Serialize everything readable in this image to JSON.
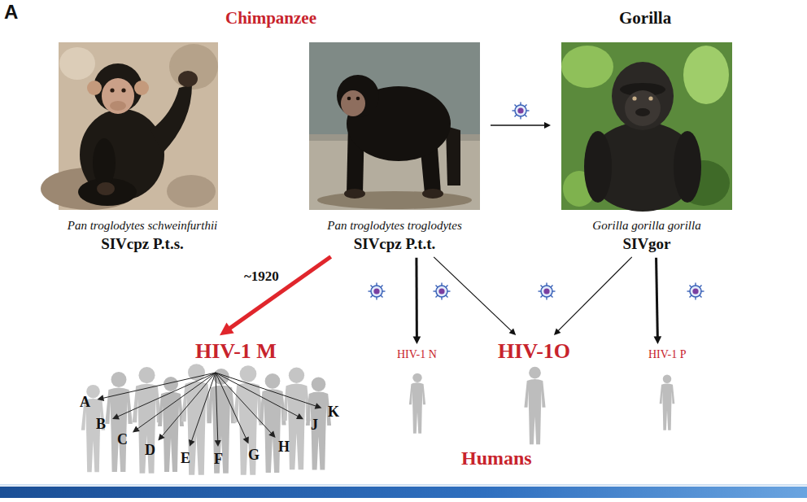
{
  "diagram": {
    "nodes": [
      {
        "text": [
          "Pan troglodytes schweinfurthii",
          "SIVcpz P.t.s."
        ]
      },
      {
        "text": [
          "Pan troglodytes troglodytes",
          "SIVcpz P.t.t."
        ]
      },
      {
        "text": [
          "Gorilla gorilla gorilla",
          "SIVgor"
        ]
      },
      {
        "text": [
          "HIV-1 M"
        ]
      },
      {
        "text": [
          "HIV-1 N"
        ]
      },
      {
        "text": [
          "HIV-1O"
        ]
      },
      {
        "text": [
          "HIV-1 P"
        ]
      }
    ],
    "edges": [
      {
        "from": 1,
        "to": 2,
        "arrow": "to"
      },
      {
        "from": 1,
        "to": 3,
        "arrow": "to",
        "label": "~1920"
      },
      {
        "from": 1,
        "to": 4,
        "arrow": "to"
      },
      {
        "from": 1,
        "to": 5,
        "arrow": "to"
      },
      {
        "from": 2,
        "to": 5,
        "arrow": "to"
      },
      {
        "from": 2,
        "to": 6,
        "arrow": "to"
      }
    ],
    "labels": [
      "A",
      "Chimpanzee",
      "Gorilla",
      "A",
      "B",
      "C",
      "D",
      "E",
      "F",
      "G",
      "H",
      "J",
      "K",
      "Humans"
    ]
  }
}
